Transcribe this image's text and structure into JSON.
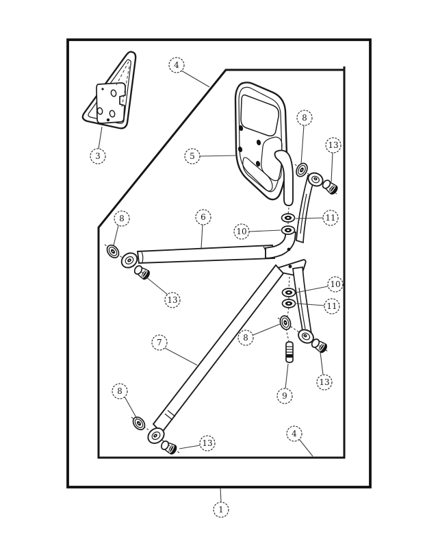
{
  "diagram": {
    "colors": {
      "background": "#ffffff",
      "line": "#1c1c1c",
      "leader": "#3a3a3a",
      "hole_fill": "#141414"
    },
    "callouts": [
      {
        "label": "1",
        "points_to": "outer-kit-border"
      },
      {
        "label": "3",
        "points_to": "triangular-mount-gasket"
      },
      {
        "label": "4",
        "points_to": "inner-panel-border-top"
      },
      {
        "label": "4",
        "points_to": "inner-panel-border-bottom"
      },
      {
        "label": "5",
        "points_to": "mirror-head"
      },
      {
        "label": "6",
        "points_to": "upper-horizontal-arm"
      },
      {
        "label": "7",
        "points_to": "lower-diagonal-arm"
      },
      {
        "label": "8",
        "points_to": "grommet-top-right"
      },
      {
        "label": "8",
        "points_to": "grommet-left"
      },
      {
        "label": "8",
        "points_to": "grommet-lower-center"
      },
      {
        "label": "8",
        "points_to": "grommet-bottom-left"
      },
      {
        "label": "9",
        "points_to": "threaded-stud"
      },
      {
        "label": "10",
        "points_to": "washer-upper-stack"
      },
      {
        "label": "10",
        "points_to": "washer-lower-stack"
      },
      {
        "label": "11",
        "points_to": "washer-upper-stack"
      },
      {
        "label": "11",
        "points_to": "washer-lower-stack"
      },
      {
        "label": "13",
        "points_to": "bolt-top-right"
      },
      {
        "label": "13",
        "points_to": "bolt-left"
      },
      {
        "label": "13",
        "points_to": "bolt-lower-right"
      },
      {
        "label": "13",
        "points_to": "bolt-bottom-left"
      }
    ]
  }
}
